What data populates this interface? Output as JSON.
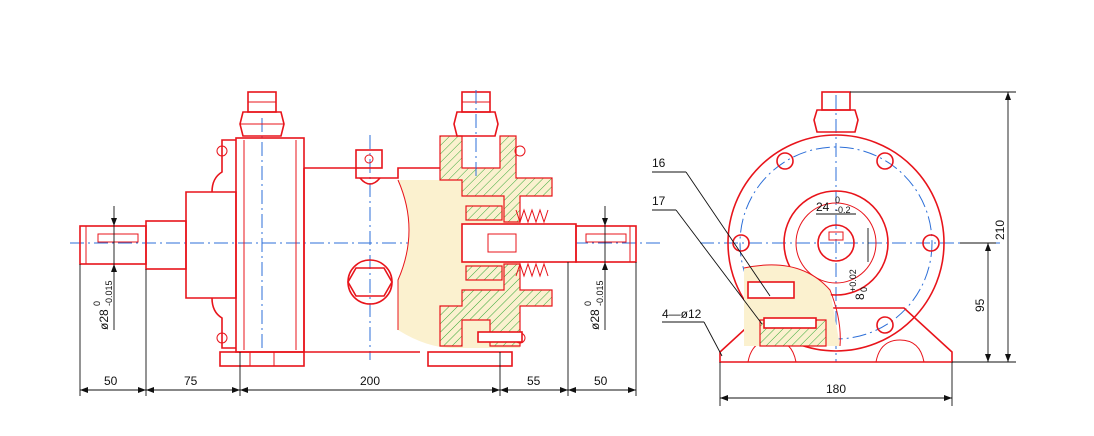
{
  "front_view": {
    "dims_bottom": [
      "50",
      "75",
      "200",
      "55",
      "50"
    ],
    "dia_left": "ø28",
    "dia_right": "ø28",
    "tol_upper": "0",
    "tol_lower": "-0.015"
  },
  "side_view": {
    "callout_16": "16",
    "callout_17": "17",
    "holes": "4—ø12",
    "width": "180",
    "height_total": "210",
    "height_axis": "95",
    "key_width": "24",
    "key_width_tol_upper": "0",
    "key_width_tol_lower": "-0.2",
    "key_depth": "8",
    "key_depth_tol_upper": "+0.02",
    "key_depth_tol_lower": "0"
  },
  "colors": {
    "outline": "#e8141b",
    "centerline": "#2d6fd8",
    "hatch": "#3aa93a",
    "section_fill": "#fbf1cf"
  }
}
